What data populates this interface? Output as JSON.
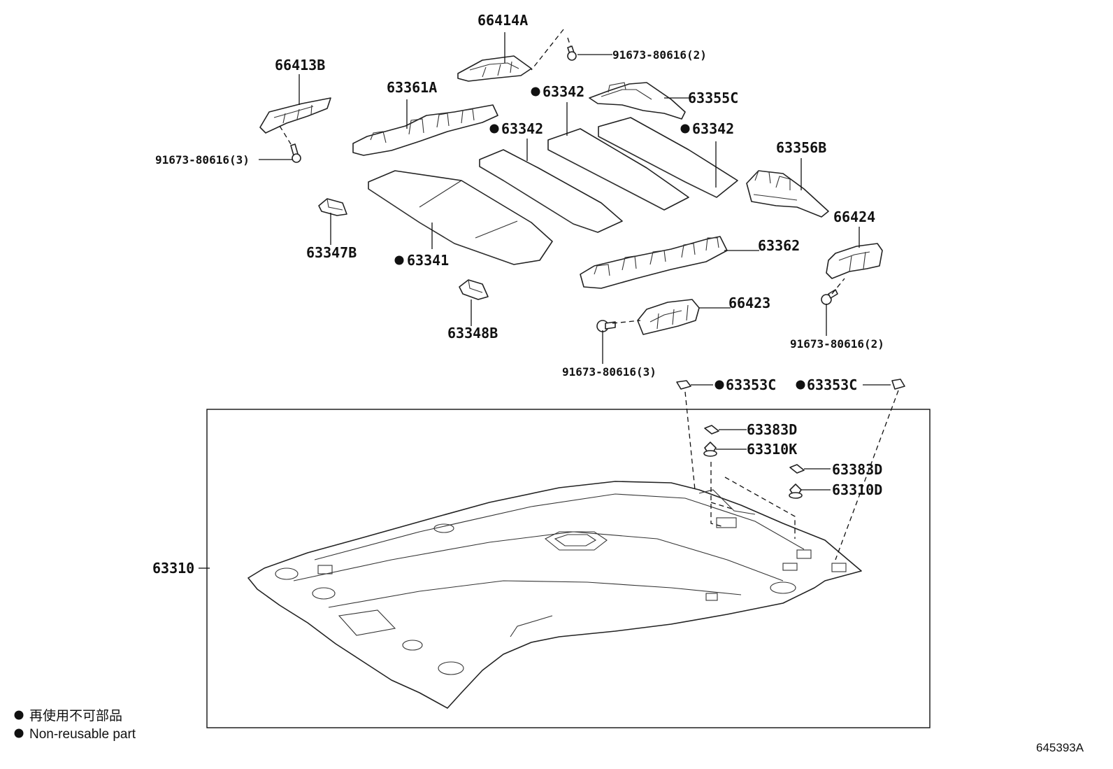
{
  "labels": {
    "p66414A": "66414A",
    "p66413B": "66413B",
    "p63361A": "63361A",
    "p63342a": "63342",
    "p63342b": "63342",
    "p63342c": "63342",
    "p63355C": "63355C",
    "p63356B": "63356B",
    "p66424": "66424",
    "p63362": "63362",
    "p63347B": "63347B",
    "p63341": "63341",
    "p63348B": "63348B",
    "p66423": "66423",
    "p63353C_a": "63353C",
    "p63353C_b": "63353C",
    "p63383D_a": "63383D",
    "p63310K": "63310K",
    "p63383D_b": "63383D",
    "p63310D": "63310D",
    "p63310": "63310",
    "bolt_top": "91673-80616(2)",
    "bolt_left": "91673-80616(3)",
    "bolt_mid": "91673-80616(3)",
    "bolt_right": "91673-80616(2)"
  },
  "legend": {
    "line1": "再使用不可部品",
    "line2": "Non-reusable part"
  },
  "ref_code": "645393A"
}
